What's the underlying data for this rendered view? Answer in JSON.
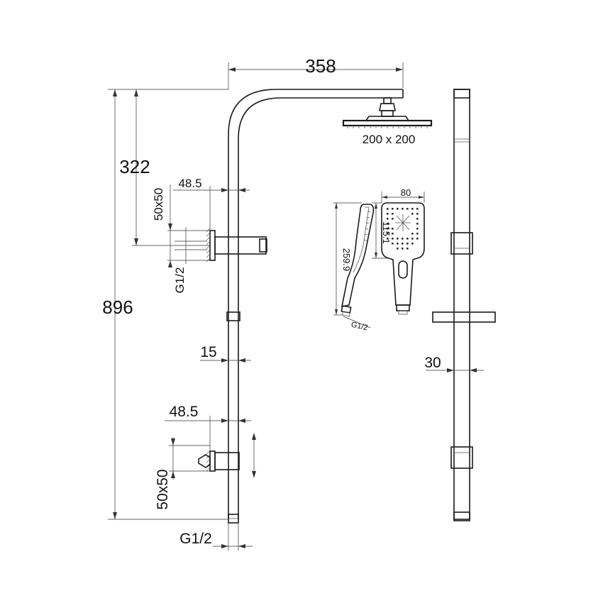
{
  "dimensions": {
    "arm_reach": "358",
    "upper_height": "322",
    "total_height": "896",
    "head_size": "200 x 200",
    "handset_width": "80",
    "handset_head_length": "115.1",
    "handset_length": "259.9",
    "handset_thread": "G1/2",
    "upper_bracket_offset": "48.5",
    "upper_bracket_plate": "50x50",
    "upper_thread": "G1/2",
    "rail_diameter": "15",
    "lower_bracket_offset": "48.5",
    "lower_bracket_plate": "50x50",
    "bottom_thread": "G1/2",
    "side_rail_width": "30"
  }
}
